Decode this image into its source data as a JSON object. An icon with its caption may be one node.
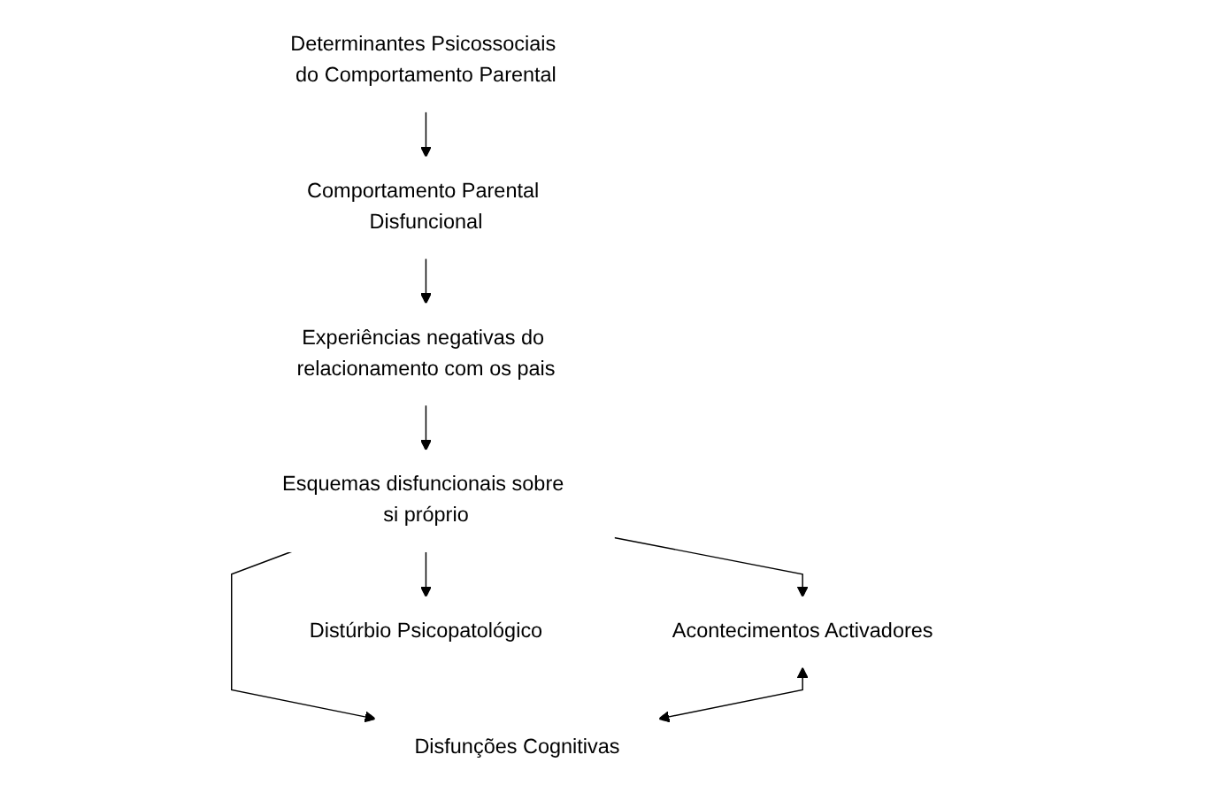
{
  "diagram": {
    "nodes": [
      {
        "text": [
          "Determinantes Psicossociais do Comportamento Parental"
        ]
      },
      {
        "text": [
          "Comportamento Parental Disfuncional"
        ]
      },
      {
        "text": [
          "Experiências negativas do relacionamento com os pais"
        ]
      },
      {
        "text": [
          "Esquemas disfuncionais sobre si próprio"
        ]
      },
      {
        "text": [
          "Acontecimentos Activadores"
        ]
      },
      {
        "text": [
          "Disfunções Cognitivas"
        ]
      },
      {
        "text": [
          "Distúrbio Psicopatológico"
        ]
      }
    ],
    "edges": [
      {
        "from": 0,
        "to": 1,
        "arrow": "to"
      },
      {
        "from": 1,
        "to": 2,
        "arrow": "to"
      },
      {
        "from": 2,
        "to": 3,
        "arrow": "to"
      },
      {
        "from": 3,
        "to": 4,
        "arrow": "to"
      },
      {
        "from": 3,
        "to": 5,
        "arrow": "to"
      },
      {
        "from": 4,
        "to": 5,
        "arrow": "both"
      },
      {
        "from": 3,
        "to": 6,
        "arrow": "to"
      }
    ]
  }
}
